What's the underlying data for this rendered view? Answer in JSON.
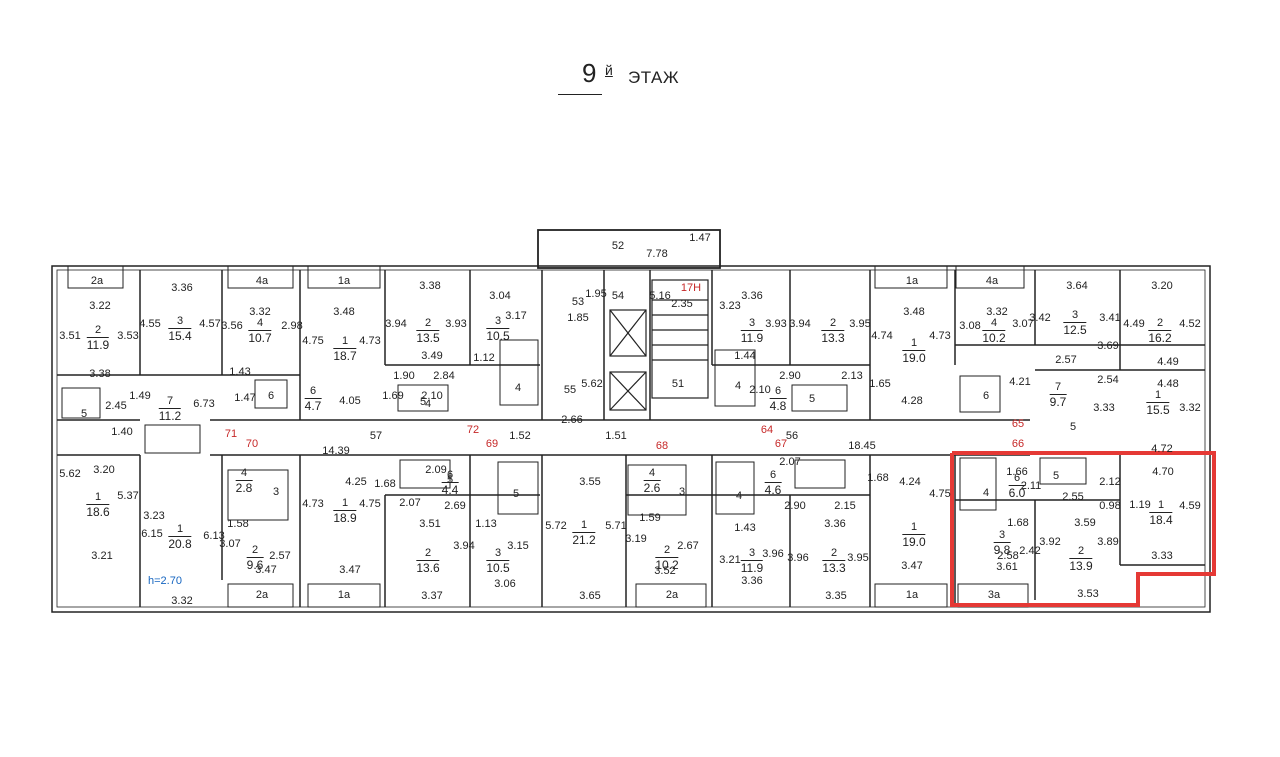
{
  "header": {
    "floor_number": "9",
    "floor_suffix": "й",
    "floor_word": "ЭТАЖ"
  },
  "ceiling_height": "h=2.70",
  "corridor_numbers": {
    "n71": "71",
    "n70": "70",
    "n72": "72",
    "n69": "69",
    "n68": "68",
    "n64": "64",
    "n67": "67",
    "n65": "65",
    "n66": "66",
    "n17H": "17Н"
  },
  "common_areas": {
    "c52": "52",
    "c778": "7.78",
    "c147": "1.47",
    "c53": "53",
    "c185": "1.85",
    "c195": "1.95",
    "c54": "54",
    "c516": "5.16",
    "c235": "2.35",
    "c55": "55",
    "c266": "2.66",
    "c562": "5.62",
    "c51": "51",
    "c57": "57",
    "c1439": "14.39",
    "c56": "56",
    "c1845": "18.45",
    "c152": "1.52",
    "c151": "1.51"
  },
  "balcony_labels": [
    "2a",
    "4a",
    "1a",
    "1a",
    "4a",
    "2a",
    "1a",
    "2a",
    "3a",
    "1a"
  ],
  "rooms": [
    {
      "id": "r1",
      "num": "2",
      "area": "11.9"
    },
    {
      "id": "r2",
      "num": "3",
      "area": "15.4"
    },
    {
      "id": "r3",
      "num": "4",
      "area": "10.7"
    },
    {
      "id": "r4",
      "num": "1",
      "area": "18.7"
    },
    {
      "id": "r5",
      "num": "2",
      "area": "13.5"
    },
    {
      "id": "r6",
      "num": "3",
      "area": "10.5"
    },
    {
      "id": "r7",
      "num": "3",
      "area": "11.9"
    },
    {
      "id": "r8",
      "num": "2",
      "area": "13.3"
    },
    {
      "id": "r9",
      "num": "1",
      "area": "19.0"
    },
    {
      "id": "r10",
      "num": "4",
      "area": "10.2"
    },
    {
      "id": "r11",
      "num": "3",
      "area": "12.5"
    },
    {
      "id": "r12",
      "num": "2",
      "area": "16.2"
    },
    {
      "id": "r13",
      "num": "7",
      "area": "11.2"
    },
    {
      "id": "r14",
      "num": "6",
      "area": "4.7"
    },
    {
      "id": "r15",
      "num": "6",
      "area": "4.8"
    },
    {
      "id": "r16",
      "num": "7",
      "area": "9.7"
    },
    {
      "id": "r17",
      "num": "1",
      "area": "15.5"
    },
    {
      "id": "r18",
      "num": "1",
      "area": "18.6"
    },
    {
      "id": "r19",
      "num": "1",
      "area": "20.8"
    },
    {
      "id": "r20",
      "num": "4",
      "area": "2.8"
    },
    {
      "id": "r21",
      "num": "2",
      "area": "9.6"
    },
    {
      "id": "r22",
      "num": "1",
      "area": "18.9"
    },
    {
      "id": "r23",
      "num": "6",
      "area": "4.4"
    },
    {
      "id": "r24",
      "num": "2",
      "area": "13.6"
    },
    {
      "id": "r25",
      "num": "3",
      "area": "10.5"
    },
    {
      "id": "r26",
      "num": "1",
      "area": "21.2"
    },
    {
      "id": "r27",
      "num": "4",
      "area": "2.6"
    },
    {
      "id": "r28",
      "num": "2",
      "area": "10.2"
    },
    {
      "id": "r29",
      "num": "6",
      "area": "4.6"
    },
    {
      "id": "r30",
      "num": "3",
      "area": "11.9"
    },
    {
      "id": "r31",
      "num": "2",
      "area": "13.3"
    },
    {
      "id": "r32",
      "num": "1",
      "area": "19.0"
    },
    {
      "id": "r33",
      "num": "6",
      "area": "6.0"
    },
    {
      "id": "r34",
      "num": "3",
      "area": "9.8"
    },
    {
      "id": "r35",
      "num": "2",
      "area": "13.9"
    },
    {
      "id": "r36",
      "num": "1",
      "area": "18.4"
    }
  ],
  "small_labels": [
    "5",
    "6",
    "4",
    "5",
    "4",
    "5",
    "6",
    "5",
    "3",
    "5",
    "4",
    "3",
    "4",
    "5",
    "4",
    "5"
  ],
  "dimensions": [
    "3.22",
    "3.51",
    "3.53",
    "3.36",
    "4.55",
    "4.57",
    "3.32",
    "3.56",
    "2.98",
    "3.48",
    "4.75",
    "4.73",
    "3.38",
    "3.94",
    "3.93",
    "3.04",
    "3.17",
    "3.36",
    "3.23",
    "3.93",
    "3.94",
    "3.95",
    "3.48",
    "4.74",
    "4.73",
    "3.32",
    "3.08",
    "3.07",
    "3.64",
    "3.42",
    "3.41",
    "3.20",
    "4.49",
    "4.52",
    "3.38",
    "1.43",
    "1.49",
    "6.73",
    "2.45",
    "1.47",
    "1.40",
    "3.49",
    "1.12",
    "4.05",
    "1.90",
    "2.84",
    "2.10",
    "1.69",
    "1.44",
    "2.90",
    "2.13",
    "2.10",
    "1.65",
    "4.28",
    "2.57",
    "3.69",
    "4.21",
    "2.54",
    "4.49",
    "4.48",
    "3.33",
    "3.32",
    "4.72",
    "3.20",
    "5.62",
    "5.37",
    "3.21",
    "3.23",
    "6.15",
    "6.13",
    "3.32",
    "1.58",
    "3.07",
    "2.57",
    "3.47",
    "4.25",
    "4.73",
    "4.75",
    "3.47",
    "1.68",
    "2.07",
    "2.69",
    "2.09",
    "3.51",
    "1.13",
    "3.94",
    "3.37",
    "3.15",
    "3.06",
    "3.55",
    "5.72",
    "5.71",
    "3.65",
    "1.59",
    "3.19",
    "2.67",
    "3.52",
    "1.43",
    "3.21",
    "3.96",
    "3.36",
    "2.07",
    "2.90",
    "2.15",
    "3.36",
    "3.96",
    "3.95",
    "3.35",
    "1.68",
    "4.24",
    "4.75",
    "3.47",
    "1.66",
    "2.11",
    "2.55",
    "2.12",
    "0.98",
    "4.70",
    "1.19",
    "4.59",
    "1.68",
    "3.59",
    "2.42",
    "2.58",
    "3.92",
    "3.89",
    "3.61",
    "3.33",
    "3.53"
  ],
  "colors": {
    "line": "#222222",
    "highlight": "#e53935",
    "corridor_red": "#c62828",
    "note_blue": "#1565c0"
  }
}
